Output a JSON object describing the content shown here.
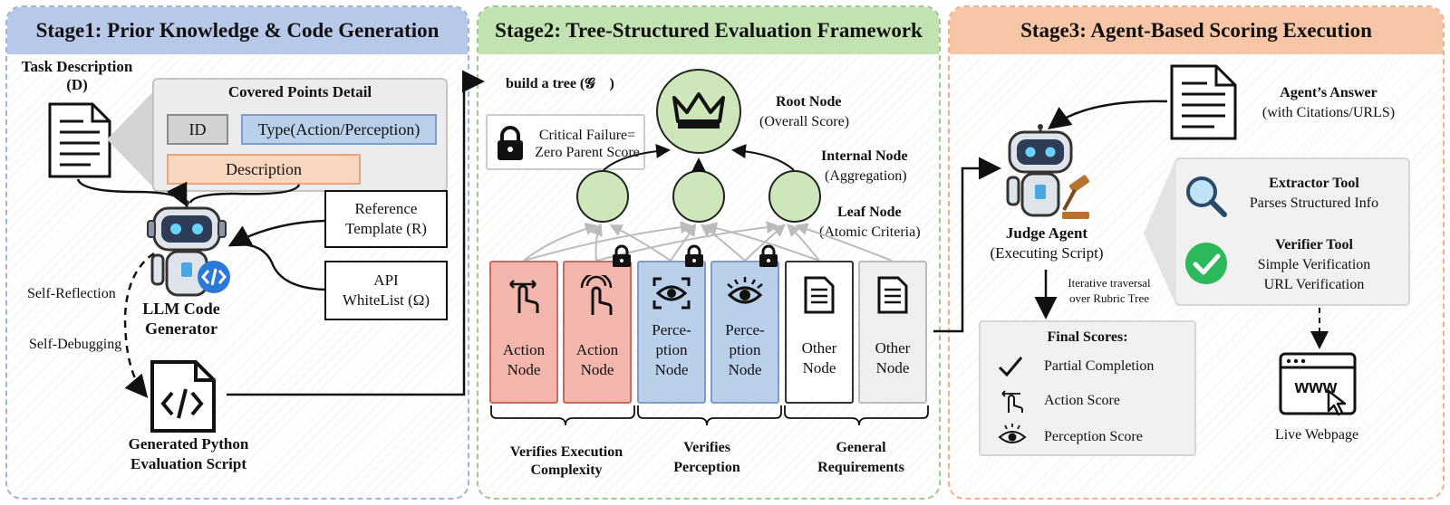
{
  "stage1": {
    "title": "Stage1: Prior Knowledge & Code Generation",
    "task_desc_line1": "Task Description",
    "task_desc_line2": "(D)",
    "covered_points_title": "Covered Points Detail",
    "field_id": "ID",
    "field_type": "Type(Action/Perception)",
    "field_description": "Description",
    "reference_line1": "Reference",
    "reference_line2": "Template (R)",
    "api_line1": "API",
    "api_line2": "WhiteList (Ω)",
    "self_reflection": "Self-Reflection",
    "self_debugging": "Self-Debugging",
    "llm_line1": "LLM Code",
    "llm_line2": "Generator",
    "script_line1": "Generated Python",
    "script_line2": "Evaluation Script"
  },
  "stage2": {
    "title": "Stage2: Tree-Structured Evaluation Framework",
    "build_tree": "build a tree (𝓖",
    "build_tree_close": ")",
    "critical_line1": "Critical Failure=",
    "critical_line2": "Zero Parent Score",
    "root_label": "Root Node",
    "root_sub": "(Overall Score)",
    "internal_label": "Internal Node",
    "internal_sub": "(Aggregation)",
    "leaf_label": "Leaf Node",
    "leaf_sub": "(Atomic Criteria)",
    "nodes": [
      {
        "l1": "Action",
        "l2": "Node",
        "l3": ""
      },
      {
        "l1": "Action",
        "l2": "Node",
        "l3": ""
      },
      {
        "l1": "Perce-",
        "l2": "ption",
        "l3": "Node"
      },
      {
        "l1": "Perce-",
        "l2": "ption",
        "l3": "Node"
      },
      {
        "l1": "Other",
        "l2": "Node",
        "l3": ""
      },
      {
        "l1": "Other",
        "l2": "Node",
        "l3": ""
      }
    ],
    "group1_line1": "Verifies Execution",
    "group1_line2": "Complexity",
    "group2_line1": "Verifies",
    "group2_line2": "Perception",
    "group3_line1": "General",
    "group3_line2": "Requirements"
  },
  "stage3": {
    "title": "Stage3: Agent-Based Scoring Execution",
    "answer_line1": "Agent’s Answer",
    "answer_line2": "(with Citations/URLS)",
    "judge_line1": "Judge Agent",
    "judge_line2": "(Executing Script)",
    "extractor_title": "Extractor Tool",
    "extractor_desc": "Parses Structured Info",
    "verifier_title": "Verifier Tool",
    "verifier_desc1": "Simple Verification",
    "verifier_desc2": "URL Verification",
    "iter_line1": "Iterative traversal",
    "iter_line2": "over Rubric Tree",
    "final_title": "Final Scores:",
    "score1": "Partial Completion",
    "score2": "Action Score",
    "score3": "Perception Score",
    "live_webpage": "Live Webpage",
    "www": "www"
  }
}
